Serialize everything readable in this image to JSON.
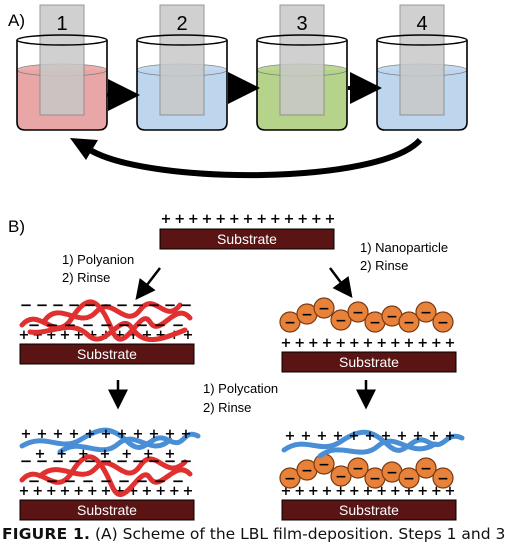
{
  "panel_a": {
    "label": "A)",
    "beakers": [
      {
        "number": "1",
        "liquid_color": "#e8a6a6"
      },
      {
        "number": "2",
        "liquid_color": "#bdd6ee"
      },
      {
        "number": "3",
        "liquid_color": "#b5d38a"
      },
      {
        "number": "4",
        "liquid_color": "#bdd6ee"
      }
    ]
  },
  "panel_b": {
    "label": "B)",
    "substrate_label": "Substrate",
    "left_steps": [
      "1) Polyanion",
      "2) Rinse"
    ],
    "right_steps": [
      "1) Nanoparticle",
      "2) Rinse"
    ],
    "middle_steps": [
      "1) Polycation",
      "2) Rinse"
    ],
    "plus_sign": "+",
    "minus_sign": "−"
  },
  "colors": {
    "substrate": "#5a1414",
    "polyanion": "#e03030",
    "polycation": "#4a8fd6",
    "nanoparticle": "#e8823a",
    "slide": "#c8c8c8"
  },
  "caption": {
    "label": "FIGURE 1.",
    "text": "(A) Scheme of the LBL film-deposition. Steps 1 and 3"
  }
}
